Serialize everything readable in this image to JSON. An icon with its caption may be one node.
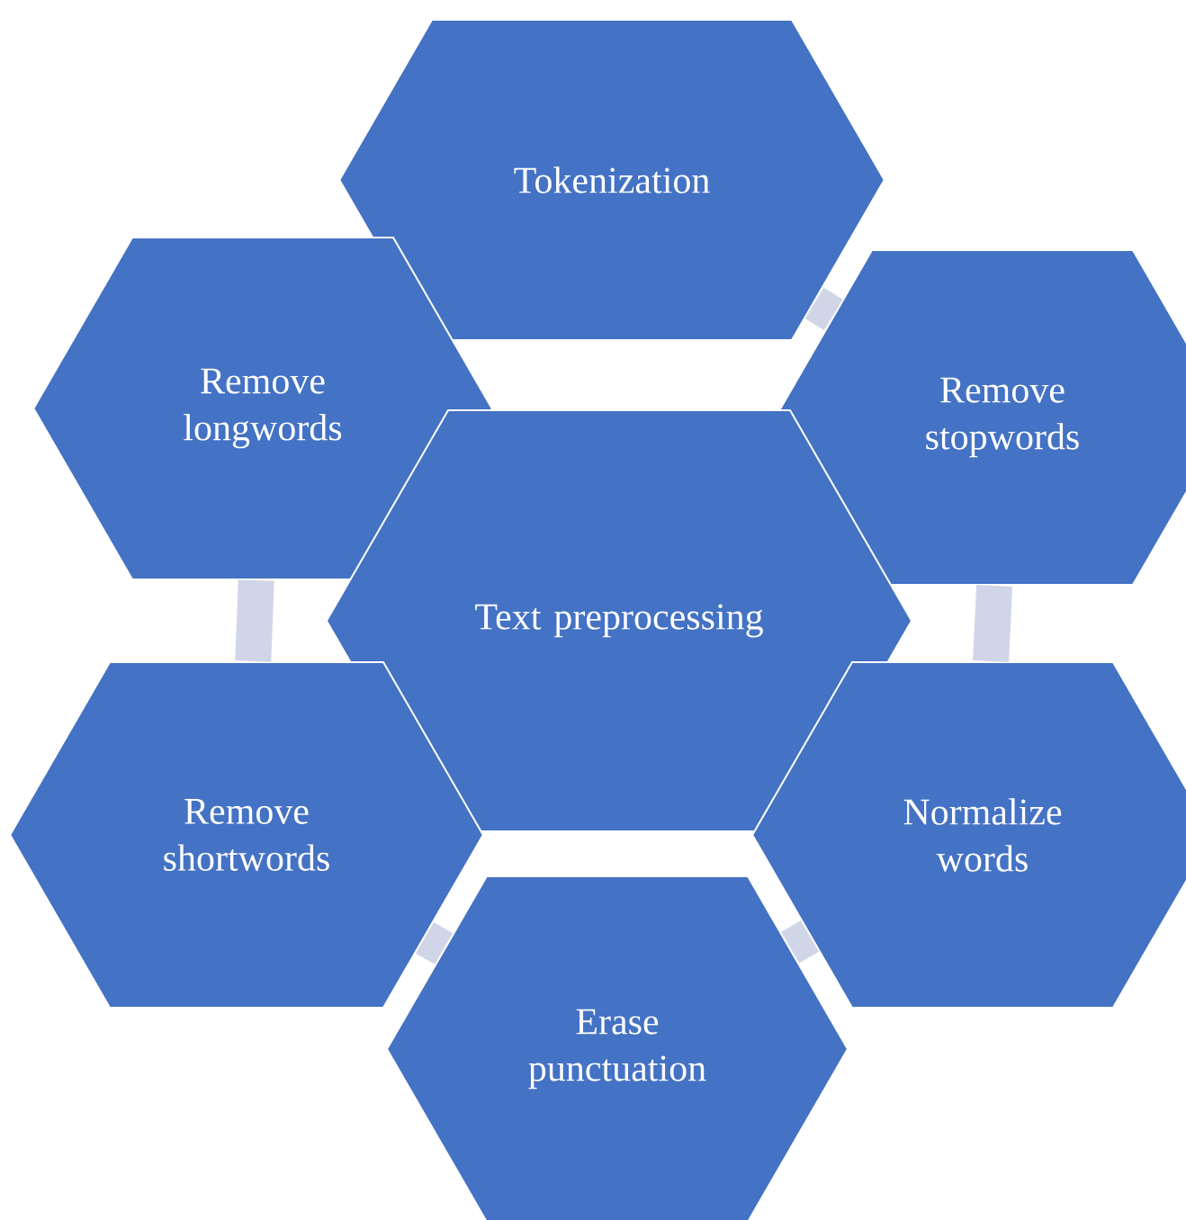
{
  "diagram": {
    "nodes": [
      {
        "text": [
          "Tokenization"
        ]
      },
      {
        "text": [
          "Remove longwords"
        ]
      },
      {
        "text": [
          "Remove stopwords"
        ]
      },
      {
        "text": [
          "Text preprocessing"
        ]
      },
      {
        "text": [
          "Remove shortwords"
        ]
      },
      {
        "text": [
          "Normalize words"
        ]
      },
      {
        "text": [
          "Erase punctuation"
        ]
      }
    ],
    "edges": [
      {
        "from": 0,
        "to": 2,
        "arrow": "none"
      },
      {
        "from": 2,
        "to": 5,
        "arrow": "none"
      },
      {
        "from": 5,
        "to": 6,
        "arrow": "none"
      },
      {
        "from": 6,
        "to": 4,
        "arrow": "none"
      },
      {
        "from": 4,
        "to": 1,
        "arrow": "none"
      }
    ]
  }
}
